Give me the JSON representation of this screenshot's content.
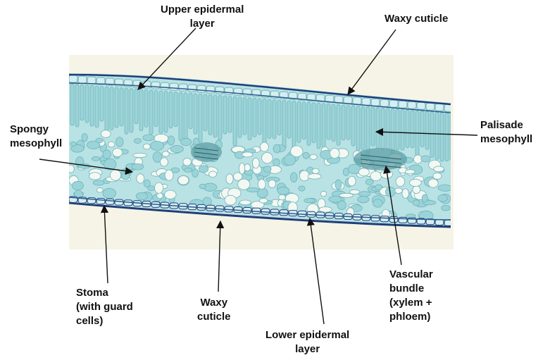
{
  "colors": {
    "background": "#ffffff",
    "micrograph_bg": "#f6f4e6",
    "cell_stain": "#9bd4d8",
    "cell_wall": "#6fb3bb",
    "epidermis_edge": "#1f3f7a",
    "arrow": "#111111",
    "text": "#111111"
  },
  "labels": {
    "upper_epidermal": [
      "Upper epidermal",
      "layer"
    ],
    "waxy_cuticle_top": [
      "Waxy cuticle"
    ],
    "spongy": [
      "Spongy",
      "mesophyll"
    ],
    "palisade": [
      "Palisade",
      "mesophyll"
    ],
    "stoma": [
      "Stoma",
      "(with guard",
      "cells)"
    ],
    "waxy_cuticle_bottom": [
      "Waxy",
      "cuticle"
    ],
    "lower_epidermal": [
      "Lower epidermal",
      "layer"
    ],
    "vascular": [
      "Vascular",
      "bundle",
      "(xylem +",
      "phloem)"
    ]
  }
}
